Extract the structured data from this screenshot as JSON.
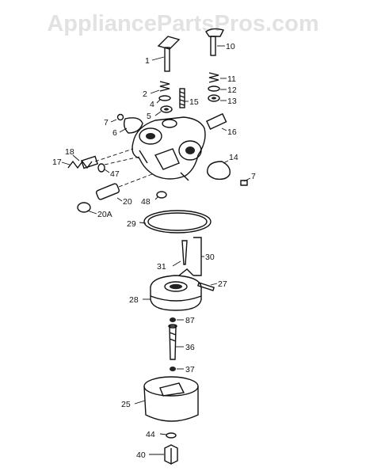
{
  "watermark": "AppliancePartsPros.com",
  "callouts": [
    {
      "id": "c1",
      "text": "1"
    },
    {
      "id": "c10",
      "text": "10"
    },
    {
      "id": "c11",
      "text": "11"
    },
    {
      "id": "c2",
      "text": "2"
    },
    {
      "id": "c12",
      "text": "12"
    },
    {
      "id": "c4",
      "text": "4"
    },
    {
      "id": "c13",
      "text": "13"
    },
    {
      "id": "c15",
      "text": "15"
    },
    {
      "id": "c5",
      "text": "5"
    },
    {
      "id": "c7a",
      "text": "7"
    },
    {
      "id": "c6",
      "text": "6"
    },
    {
      "id": "c16",
      "text": "16"
    },
    {
      "id": "c18",
      "text": "18"
    },
    {
      "id": "c17",
      "text": "17"
    },
    {
      "id": "c14",
      "text": "14"
    },
    {
      "id": "c47",
      "text": "47"
    },
    {
      "id": "c7b",
      "text": "7"
    },
    {
      "id": "c20",
      "text": "20"
    },
    {
      "id": "c48",
      "text": "48"
    },
    {
      "id": "c20A",
      "text": "20A"
    },
    {
      "id": "c29",
      "text": "29"
    },
    {
      "id": "c30",
      "text": "30"
    },
    {
      "id": "c31",
      "text": "31"
    },
    {
      "id": "c27",
      "text": "27"
    },
    {
      "id": "c28",
      "text": "28"
    },
    {
      "id": "c87",
      "text": "87"
    },
    {
      "id": "c36",
      "text": "36"
    },
    {
      "id": "c37",
      "text": "37"
    },
    {
      "id": "c25",
      "text": "25"
    },
    {
      "id": "c44",
      "text": "44"
    },
    {
      "id": "c40",
      "text": "40"
    }
  ]
}
